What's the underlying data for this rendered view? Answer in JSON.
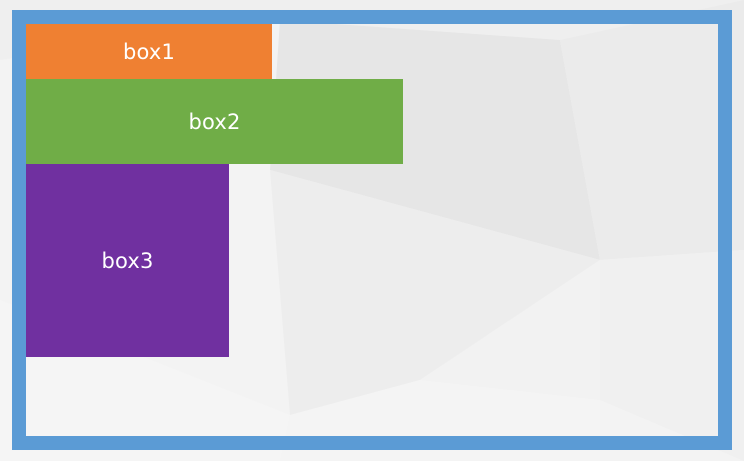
{
  "boxes": [
    {
      "label": "box1",
      "color": "#ef8032"
    },
    {
      "label": "box2",
      "color": "#70ad47"
    },
    {
      "label": "box3",
      "color": "#7030a0"
    }
  ],
  "colors": {
    "frame_border": "#5b9bd5",
    "background": "#f3f3f3"
  }
}
